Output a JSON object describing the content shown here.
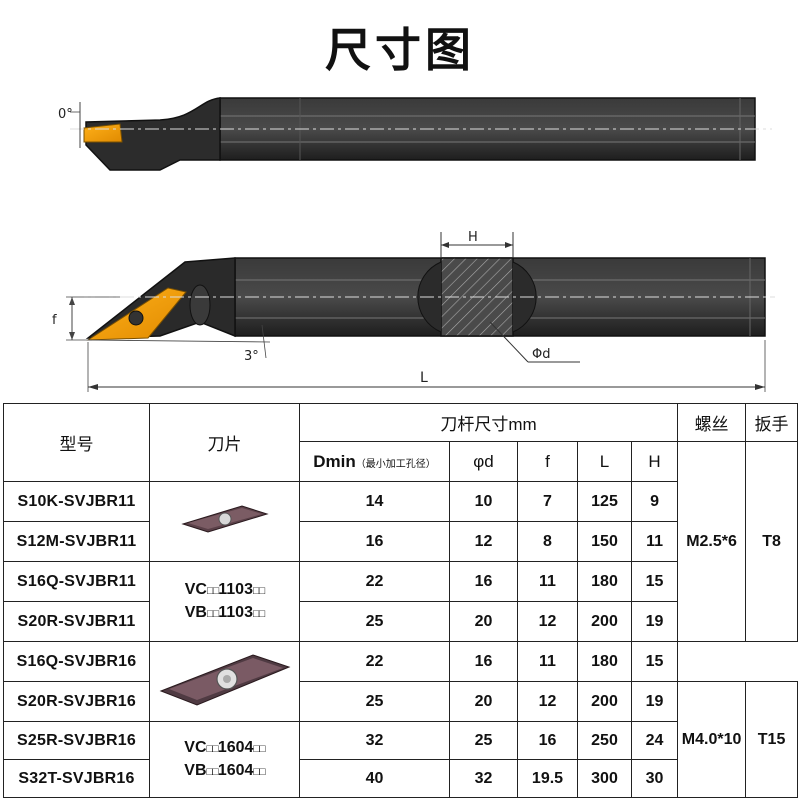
{
  "title": "尺寸图",
  "drawing": {
    "angle_top": "0°",
    "angle_bottom": "3°",
    "label_f": "f",
    "label_H": "H",
    "label_phi_d": "Φd",
    "label_L": "L"
  },
  "table": {
    "headers": {
      "model": "型号",
      "insert": "刀片",
      "shank": "刀杆尺寸mm",
      "screw": "螺丝",
      "wrench": "扳手",
      "dmin": "Dmin",
      "dmin_note": "（最小加工孔径）",
      "phid": "φd",
      "f": "f",
      "L": "L",
      "H": "H"
    },
    "rows": [
      {
        "model": "S10K-SVJBR11",
        "dmin": "14",
        "phid": "10",
        "f": "7",
        "L": "125",
        "H": "9"
      },
      {
        "model": "S12M-SVJBR11",
        "dmin": "16",
        "phid": "12",
        "f": "8",
        "L": "150",
        "H": "11"
      },
      {
        "model": "S16Q-SVJBR11",
        "dmin": "22",
        "phid": "16",
        "f": "11",
        "L": "180",
        "H": "15"
      },
      {
        "model": "S20R-SVJBR11",
        "dmin": "25",
        "phid": "20",
        "f": "12",
        "L": "200",
        "H": "19"
      },
      {
        "model": "S16Q-SVJBR16",
        "dmin": "22",
        "phid": "16",
        "f": "11",
        "L": "180",
        "H": "15"
      },
      {
        "model": "S20R-SVJBR16",
        "dmin": "25",
        "phid": "20",
        "f": "12",
        "L": "200",
        "H": "19"
      },
      {
        "model": "S25R-SVJBR16",
        "dmin": "32",
        "phid": "25",
        "f": "16",
        "L": "250",
        "H": "24"
      },
      {
        "model": "S32T-SVJBR16",
        "dmin": "40",
        "phid": "32",
        "f": "19.5",
        "L": "300",
        "H": "30"
      }
    ],
    "insert_groups": [
      {
        "line1_prefix": "VC",
        "line1_suffix": "1103",
        "line2_prefix": "VB",
        "line2_suffix": "1103",
        "box": "□□"
      },
      {
        "line1_prefix": "VC",
        "line1_suffix": "1604",
        "line2_prefix": "VB",
        "line2_suffix": "1604",
        "box": "□□"
      }
    ],
    "screw_groups": [
      "M2.5*6",
      "M4.0*10"
    ],
    "wrench_groups": [
      "T8",
      "T15"
    ]
  }
}
